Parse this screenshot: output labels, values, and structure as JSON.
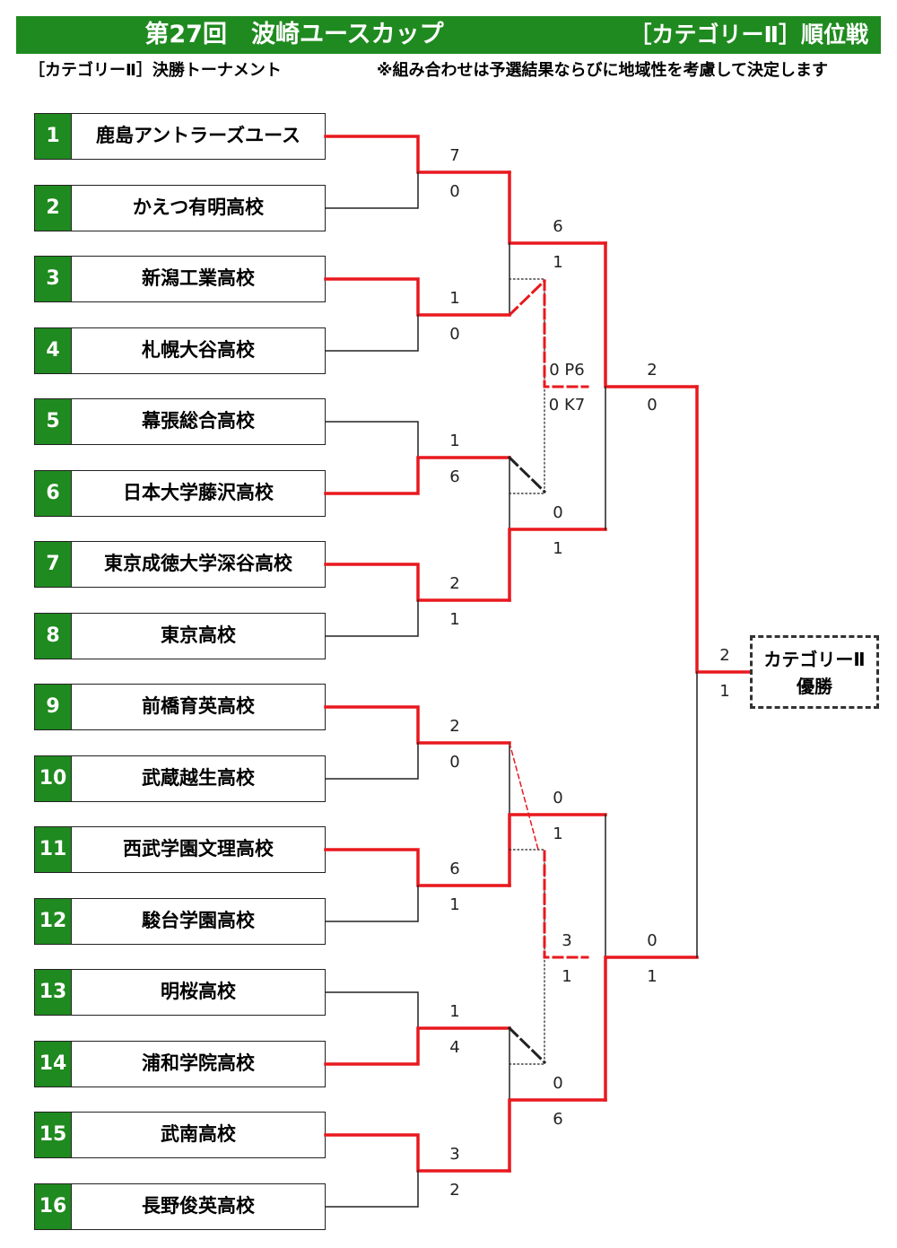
{
  "header": {
    "title": "第27回　波崎ユースカップ",
    "category_title": "［カテゴリーⅡ］順位戦"
  },
  "subheader": {
    "left": "［カテゴリーⅡ］決勝トーナメント",
    "right": "※組み合わせは予選結果ならびに地域性を考慮して決定します"
  },
  "teams": [
    {
      "num": "1",
      "name": "鹿島アントラーズユース"
    },
    {
      "num": "2",
      "name": "かえつ有明高校"
    },
    {
      "num": "3",
      "name": "新潟工業高校"
    },
    {
      "num": "4",
      "name": "札幌大谷高校"
    },
    {
      "num": "5",
      "name": "幕張総合高校"
    },
    {
      "num": "6",
      "name": "日本大学藤沢高校"
    },
    {
      "num": "7",
      "name": "東京成徳大学深谷高校"
    },
    {
      "num": "8",
      "name": "東京高校"
    },
    {
      "num": "9",
      "name": "前橋育英高校"
    },
    {
      "num": "10",
      "name": "武蔵越生高校"
    },
    {
      "num": "11",
      "name": "西武学園文理高校"
    },
    {
      "num": "12",
      "name": "駿台学園高校"
    },
    {
      "num": "13",
      "name": "明桜高校"
    },
    {
      "num": "14",
      "name": "浦和学院高校"
    },
    {
      "num": "15",
      "name": "武南高校"
    },
    {
      "num": "16",
      "name": "長野俊英高校"
    }
  ],
  "scores": {
    "r1": [
      "7",
      "0",
      "1",
      "0",
      "1",
      "6",
      "2",
      "1",
      "2",
      "0",
      "6",
      "1",
      "1",
      "4",
      "3",
      "2"
    ],
    "r2": [
      "6",
      "1",
      "0",
      "1",
      "0",
      "1",
      "0",
      "6"
    ],
    "playoff_top": [
      "0 P6",
      "0 K7"
    ],
    "playoff_bottom": [
      "3",
      "1"
    ],
    "semi": [
      "2",
      "0",
      "0",
      "1"
    ],
    "final": [
      "2",
      "1"
    ]
  },
  "champion": {
    "line1": "カテゴリーⅡ",
    "line2": "優勝"
  },
  "colors": {
    "green": "#1f8a1f",
    "win_red": "#e8191e",
    "line_dark": "#222222"
  }
}
